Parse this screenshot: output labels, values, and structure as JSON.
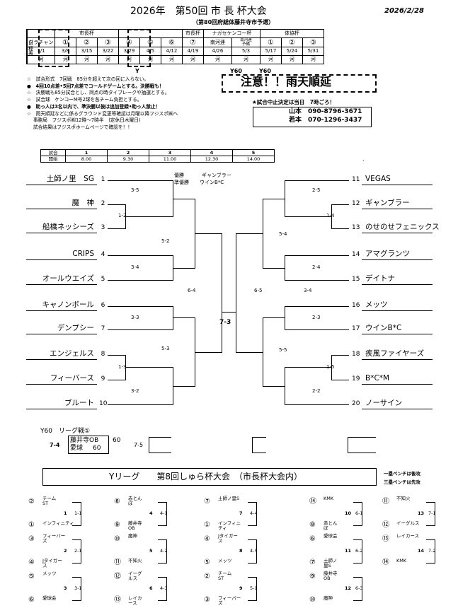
{
  "header": {
    "title": "2026年　第50回 市 長 杯大会",
    "date": "2026/2/28",
    "subtitle": "（第80回府総体藤井寺市予選）"
  },
  "schedule": {
    "groups": [
      "市長杯",
      "市長杯",
      "ナガセケンコー杯",
      "体協杯"
    ],
    "side_label": "日程表",
    "headers": [
      "グラチャン",
      "①",
      "②",
      "③",
      "④",
      "⑤",
      "⑥",
      "⑦",
      "南河連",
      "南河連\n予備",
      "①",
      "②",
      "③"
    ],
    "dates": [
      "3/1",
      "3/8",
      "3/15",
      "3/22",
      "3/29",
      "4/5",
      "4/12",
      "4/19",
      "4/26",
      "5/3",
      "5/17",
      "5/24",
      "5/31"
    ],
    "venue": [
      "河",
      "河",
      "河",
      "河",
      "河",
      "河",
      "河",
      "河",
      "河",
      "河",
      "河",
      "河",
      "河"
    ],
    "marks": {
      "y1": "Y",
      "y60a": "Y60",
      "y60b": "Y60"
    }
  },
  "notes": [
    {
      "sym": "☆",
      "text": "試合形式　7回戦　85分を超えて次の回に入らない。"
    },
    {
      "sym": "●",
      "text": "4回10点差•5回7点差でコールドゲームとする。決勝戦も！"
    },
    {
      "sym": "☆",
      "text": "決勝戦も85分試合とし、同点の時タイブレークや抽選とする。"
    },
    {
      "sym": "☆",
      "text": "試合球　ケンコーM号2球を各チーム負担とする。"
    },
    {
      "sym": "●",
      "text": "助っ人は3名以内で、準決勝以後は追加登録•助っ人禁止！"
    },
    {
      "sym": "☆",
      "text": "雨天順延などに係るグラウンド変更等確認は月曜以降フジスポ㈱へ"
    },
    {
      "sym": "",
      "text": "事務局　フジスポ㈱12時～7時半　(定休日木曜日)"
    },
    {
      "sym": "",
      "text": "試合結果はフジスポホームページで確認を！！"
    }
  ],
  "notice": "注意！！雨天順延",
  "contact": {
    "title": "★試合中止決定は当日　7時ごろ！",
    "line1": "山本　090-8796-3671",
    "line2": "若本　070-1296-3437"
  },
  "game_table": {
    "row1_label": "試合",
    "row2_label": "開始",
    "numbers": [
      "1",
      "2",
      "3",
      "4",
      "5"
    ],
    "times": [
      "8.00",
      "9.30",
      "11.00",
      "12.30",
      "14.00"
    ]
  },
  "results": {
    "champion": "優勝",
    "champion_team": "ギャンブラー",
    "runner_up": "準優勝",
    "runner_up_team": "ウインB*C"
  },
  "bracket": {
    "left": [
      {
        "num": "1",
        "name": "土師ノ里　SG"
      },
      {
        "num": "2",
        "name": "魔　神"
      },
      {
        "num": "3",
        "name": "船橋ネッシーズ"
      },
      {
        "num": "4",
        "name": "CRIPS"
      },
      {
        "num": "5",
        "name": "オールウエイズ"
      },
      {
        "num": "6",
        "name": "キャノンボール"
      },
      {
        "num": "7",
        "name": "デンプシー"
      },
      {
        "num": "8",
        "name": "エンジェルス"
      },
      {
        "num": "9",
        "name": "フィーバース"
      },
      {
        "num": "10",
        "name": "ブルート"
      }
    ],
    "right": [
      {
        "num": "11",
        "name": "VEGAS"
      },
      {
        "num": "12",
        "name": "ギャンブラー"
      },
      {
        "num": "13",
        "name": "のせのせフェニックス"
      },
      {
        "num": "14",
        "name": "アマグランツ"
      },
      {
        "num": "15",
        "name": "デイトナ"
      },
      {
        "num": "16",
        "name": "メッツ"
      },
      {
        "num": "17",
        "name": "ウインB*C"
      },
      {
        "num": "18",
        "name": "疾風ファイヤーズ"
      },
      {
        "num": "19",
        "name": "B*C*M"
      },
      {
        "num": "20",
        "name": "ノーサイン"
      }
    ],
    "scores": {
      "l_1_2": "1-2",
      "l_a": "3-5",
      "l_b": "3-4",
      "l_c": "5-2",
      "l_d": "3-3",
      "l_e": "1-3",
      "l_f": "3-2",
      "l_g": "5-3",
      "l_semi": "6-4",
      "r_12_13": "1-4",
      "r_a": "2-5",
      "r_b": "2-4",
      "r_c": "5-4",
      "r_d": "2-3",
      "r_e": "1-5",
      "r_f": "2-2",
      "r_g": "5-5",
      "r_semi": "6-5",
      "r_extra": "3-4",
      "final": "7-3"
    }
  },
  "y60": {
    "title": "Y60　リーグ戦①",
    "score": "7-4",
    "team1": "藤井寺OB",
    "score1": "60",
    "team2": "愛球",
    "score2": "60",
    "score3": "7-5"
  },
  "yleague": {
    "title": "Yリーグ　　第8回しゅら杯大会　（市長杯大会内）",
    "rule1": "一塁ベンチは後攻",
    "rule2": "三塁ベンチは先攻",
    "matches": [
      {
        "col": 0,
        "row": 0,
        "c1": "②",
        "t1": "チーム\nST",
        "c2": "①",
        "t2": "インフィニティ",
        "g": "1",
        "s": "1-1"
      },
      {
        "col": 0,
        "row": 1,
        "c1": "③",
        "t1": "フィーバー\nズ",
        "c2": "④",
        "t2": "Jタイガー\nス",
        "g": "2",
        "s": "2-1"
      },
      {
        "col": 0,
        "row": 2,
        "c1": "⑤",
        "t1": "メッツ",
        "c2": "⑥",
        "t2": "愛球会",
        "g": "3",
        "s": "3-1"
      },
      {
        "col": 1,
        "row": 0,
        "c1": "⑧",
        "t1": "赤とん\nぼ",
        "c2": "⑨",
        "t2": "藤井寺\nOB",
        "g": "4",
        "s": "4-1"
      },
      {
        "col": 1,
        "row": 1,
        "c1": "⑩",
        "t1": "魔神",
        "c2": "⑪",
        "t2": "不知火",
        "g": "5",
        "s": "4-2"
      },
      {
        "col": 1,
        "row": 2,
        "c1": "⑫",
        "t1": "イーグ\nルス",
        "c2": "⑬",
        "t2": "レイカ\nース",
        "g": "6",
        "s": "4-3"
      },
      {
        "col": 2,
        "row": 0,
        "c1": "⑦",
        "t1": "土師ノ里S",
        "c2": "①",
        "t2": "インフィニ\nティ",
        "g": "7",
        "s": "4-4"
      },
      {
        "col": 2,
        "row": 1,
        "c1": "④",
        "t1": "Jタイガー\nス",
        "c2": "⑤",
        "t2": "メッツ",
        "g": "8",
        "s": "4-5"
      },
      {
        "col": 2,
        "row": 2,
        "c1": "②",
        "t1": "チーム\nST",
        "c2": "③",
        "t2": "フィーバー\nズ",
        "g": "9",
        "s": "5-1"
      },
      {
        "col": 3,
        "row": 0,
        "c1": "⑭",
        "t1": "KMK",
        "c2": "⑧",
        "t2": "赤とん\nぼ",
        "g": "10",
        "s": "6-1"
      },
      {
        "col": 3,
        "row": 1,
        "c1": "⑥",
        "t1": "愛球会",
        "c2": "⑦",
        "t2": "土師ノ\n里S",
        "g": "11",
        "s": "6-2"
      },
      {
        "col": 3,
        "row": 2,
        "c1": "⑨",
        "t1": "藤井寺\nOB",
        "c2": "⑩",
        "t2": "魔神",
        "g": "12",
        "s": "6-3"
      },
      {
        "col": 4,
        "row": 0,
        "c1": "⑪",
        "t1": "不知火",
        "c2": "⑫",
        "t2": "イーグルス",
        "g": "13",
        "s": "7-1"
      },
      {
        "col": 4,
        "row": 1,
        "c1": "⑬",
        "t1": "レイカース",
        "c2": "⑭",
        "t2": "KMK",
        "g": "14",
        "s": "7-2"
      }
    ]
  }
}
